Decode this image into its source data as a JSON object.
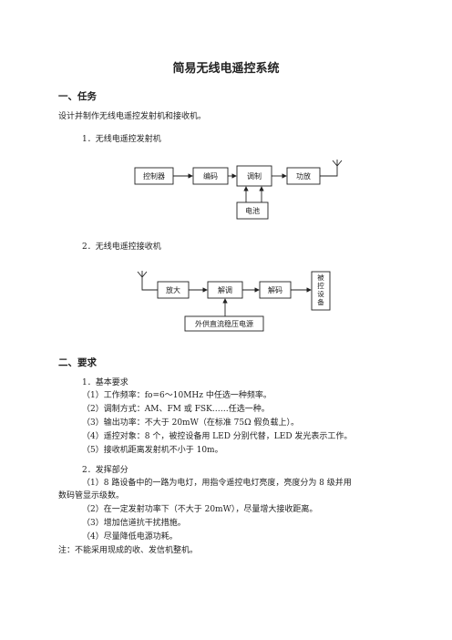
{
  "doc_title": "简易无线电遥控系统",
  "section1": {
    "heading": "一、任务",
    "intro": "设计并制作无线电遥控发射机和接收机。",
    "sub1": "1．无线电遥控发射机",
    "sub2": "2．无线电遥控接收机"
  },
  "tx_diagram": {
    "controller": "控制器",
    "encoder": "编码",
    "modulator": "调制",
    "amplifier": "功放",
    "battery": "电池"
  },
  "rx_diagram": {
    "amplifier": "放大",
    "demodulator": "解调",
    "decoder": "解码",
    "controlled": [
      "被",
      "控",
      "设",
      "备"
    ],
    "power": "外供直流稳压电源"
  },
  "section2": {
    "heading": "二、要求",
    "basic_title": "1．基本要求",
    "basic_items": [
      "（1）工作频率：fo=6～10MHz 中任选一种频率。",
      "（2）调制方式：AM、FM 或 FSK……任选一种。",
      "（3）输出功率：不大于 20mW（在标准 75Ω 假负载上）。",
      "（4）遥控对象：8 个，被控设备用 LED 分别代替，LED 发光表示工作。",
      "（5）接收机距离发射机不小于 10m。"
    ],
    "ext_title": "2．发挥部分",
    "ext_item1_line1": "（1）8 路设备中的一路为电灯，用指令遥控电灯亮度，亮度分为 8 级并用",
    "ext_item1_line2": "数码管显示级数。",
    "ext_items": [
      "（2）在一定发射功率下（不大于 20mW），尽量增大接收距离。",
      "（3）增加信道抗干扰措施。",
      "（4）尽量降低电源功耗。"
    ],
    "note": "注：不能采用现成的收、发信机整机。"
  }
}
